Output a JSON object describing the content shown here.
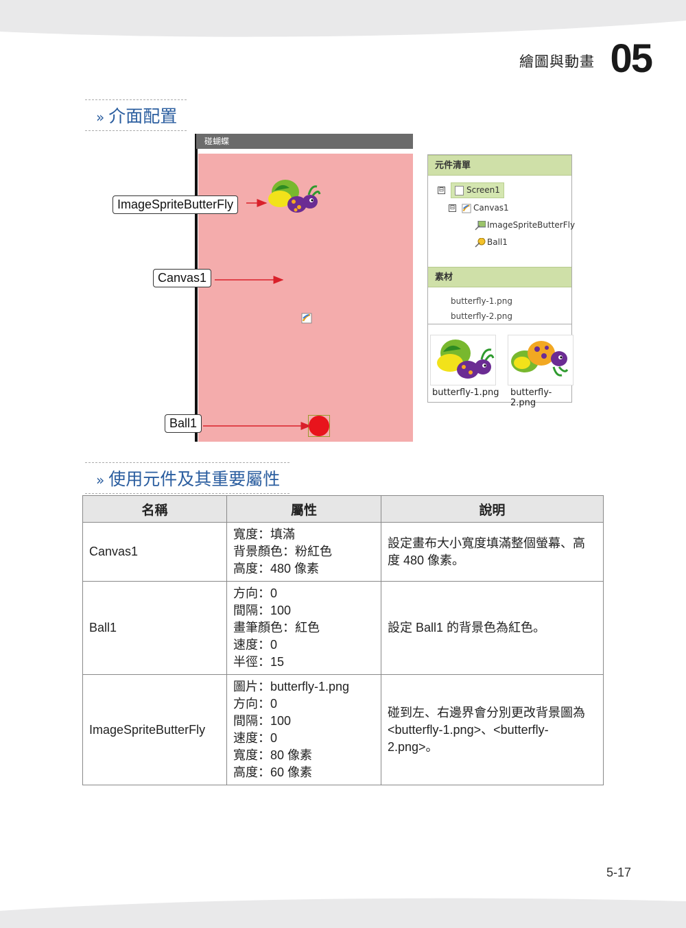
{
  "header": {
    "chapter_title": "繪圖與動畫",
    "chapter_number": "05"
  },
  "sections": {
    "layout_title": "介面配置",
    "components_title": "使用元件及其重要屬性"
  },
  "screen": {
    "title_bar": "碰蝴蝶",
    "callouts": {
      "sprite": "ImageSpriteButterFly",
      "canvas": "Canvas1",
      "ball": "Ball1"
    },
    "canvas_color": "#f4acac",
    "ball_color": "#e8141c"
  },
  "components_panel": {
    "title": "元件清單",
    "tree": [
      {
        "label": "Screen1",
        "toggle": "⊟"
      },
      {
        "label": "Canvas1",
        "toggle": "⊟"
      },
      {
        "label": "ImageSpriteButterFly"
      },
      {
        "label": "Ball1"
      }
    ],
    "media_title": "素材",
    "media": [
      "butterfly-1.png",
      "butterfly-2.png"
    ],
    "thumbnails": [
      "butterfly-1.png",
      "butterfly-2.png"
    ]
  },
  "table": {
    "headers": [
      "名稱",
      "屬性",
      "說明"
    ],
    "rows": [
      {
        "name": "Canvas1",
        "props": [
          "寬度：填滿",
          "背景顏色：粉紅色",
          "高度：480 像素"
        ],
        "desc": "設定畫布大小寬度填滿整個螢幕、高度 480 像素。"
      },
      {
        "name": "Ball1",
        "props": [
          "方向：0",
          "間隔：100",
          "畫筆顏色：紅色",
          "速度：0",
          "半徑：15"
        ],
        "desc": "設定 Ball1 的背景色為紅色。"
      },
      {
        "name": "ImageSpriteButterFly",
        "props": [
          "圖片：butterfly-1.png",
          "方向：0",
          "間隔：100",
          "速度：0",
          "寬度：80 像素",
          "高度：60 像素"
        ],
        "desc": "碰到左、右邊界會分別更改背景圖為 <butterfly-1.png>、<butterfly-2.png>。"
      }
    ]
  },
  "page_number": "5-17"
}
